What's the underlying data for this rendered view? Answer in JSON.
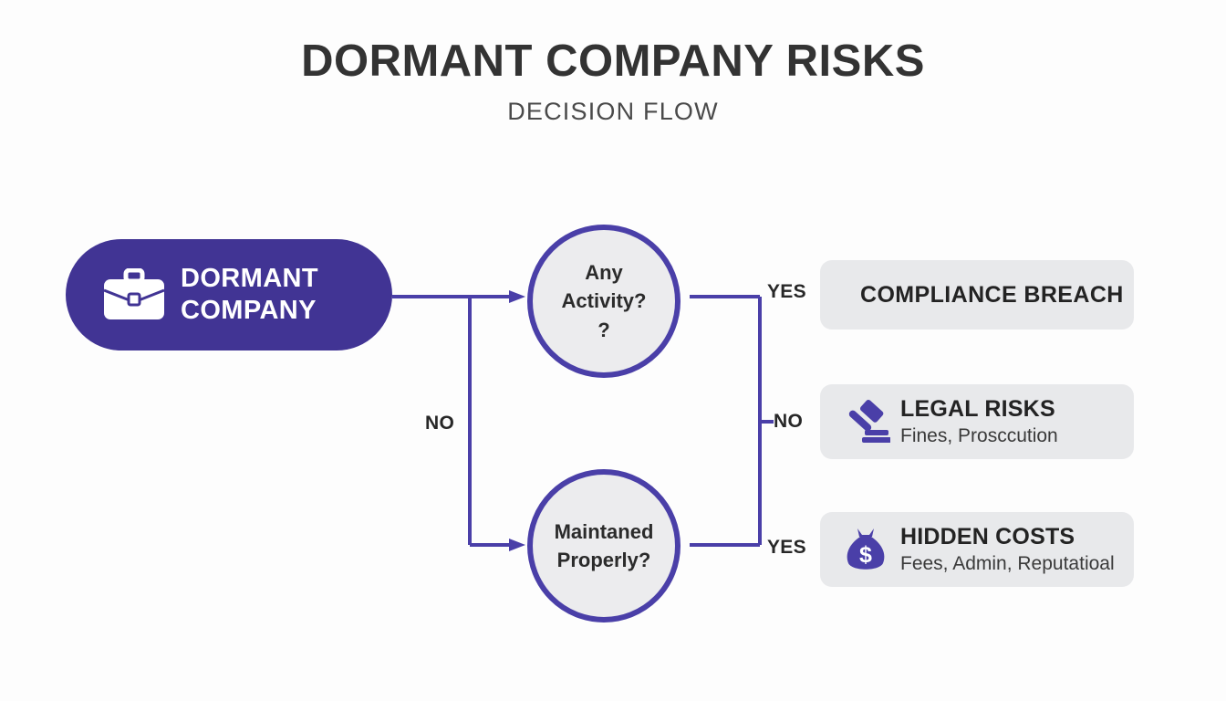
{
  "header": {
    "title": "DORMANT COMPANY RISKS",
    "subtitle": "DECISION FLOW"
  },
  "colors": {
    "primary_purple": "#413494",
    "connector_purple": "#4a3fa8",
    "card_gray": "#e8e9eb",
    "circle_fill": "#ececee",
    "background": "#fdfdfd",
    "title_text": "#333333"
  },
  "start_node": {
    "label": "DORMANT\nCOMPANY",
    "icon": "briefcase-icon"
  },
  "decisions": [
    {
      "id": "any-activity",
      "text": "Any\nActivity?\n?"
    },
    {
      "id": "maintained-properly",
      "text": "Maintaned\nProperly?"
    }
  ],
  "outcomes": [
    {
      "id": "compliance-breach",
      "title": "COMPLIANCE BREACH",
      "subtitle": "",
      "icon": ""
    },
    {
      "id": "legal-risks",
      "title": "LEGAL RISKS",
      "subtitle": "Fines, Prosccution",
      "icon": "gavel-icon"
    },
    {
      "id": "hidden-costs",
      "title": "HIDDEN COSTS",
      "subtitle": "Fees, Admin, Reputatioal",
      "icon": "money-bag-icon"
    }
  ],
  "edge_labels": {
    "no_left": "NO",
    "yes_top": "YES",
    "no_right": "NO",
    "yes_bottom": "YES"
  }
}
